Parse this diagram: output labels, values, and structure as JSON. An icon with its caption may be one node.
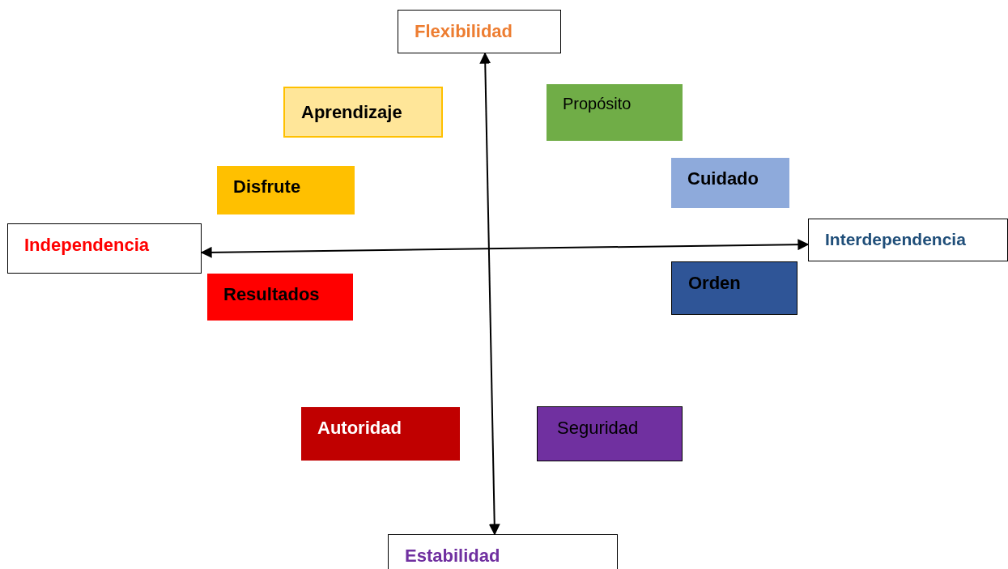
{
  "diagram": {
    "nodes": [
      {
        "text": [
          "Flexibilidad"
        ]
      },
      {
        "text": [
          "Aprendizaje"
        ]
      },
      {
        "text": [
          "Propósito"
        ]
      },
      {
        "text": [
          "Disfrute"
        ]
      },
      {
        "text": [
          "Cuidado"
        ]
      },
      {
        "text": [
          "Independencia"
        ]
      },
      {
        "text": [
          "Interdependencia"
        ]
      },
      {
        "text": [
          "Resultados"
        ]
      },
      {
        "text": [
          "Orden"
        ]
      },
      {
        "text": [
          "Autoridad"
        ]
      },
      {
        "text": [
          "Seguridad"
        ]
      },
      {
        "text": [
          "Estabilidad"
        ]
      }
    ],
    "edges": [
      {
        "from": 11,
        "to": 0,
        "arrow": "both"
      },
      {
        "from": 5,
        "to": 6,
        "arrow": "both"
      }
    ]
  }
}
